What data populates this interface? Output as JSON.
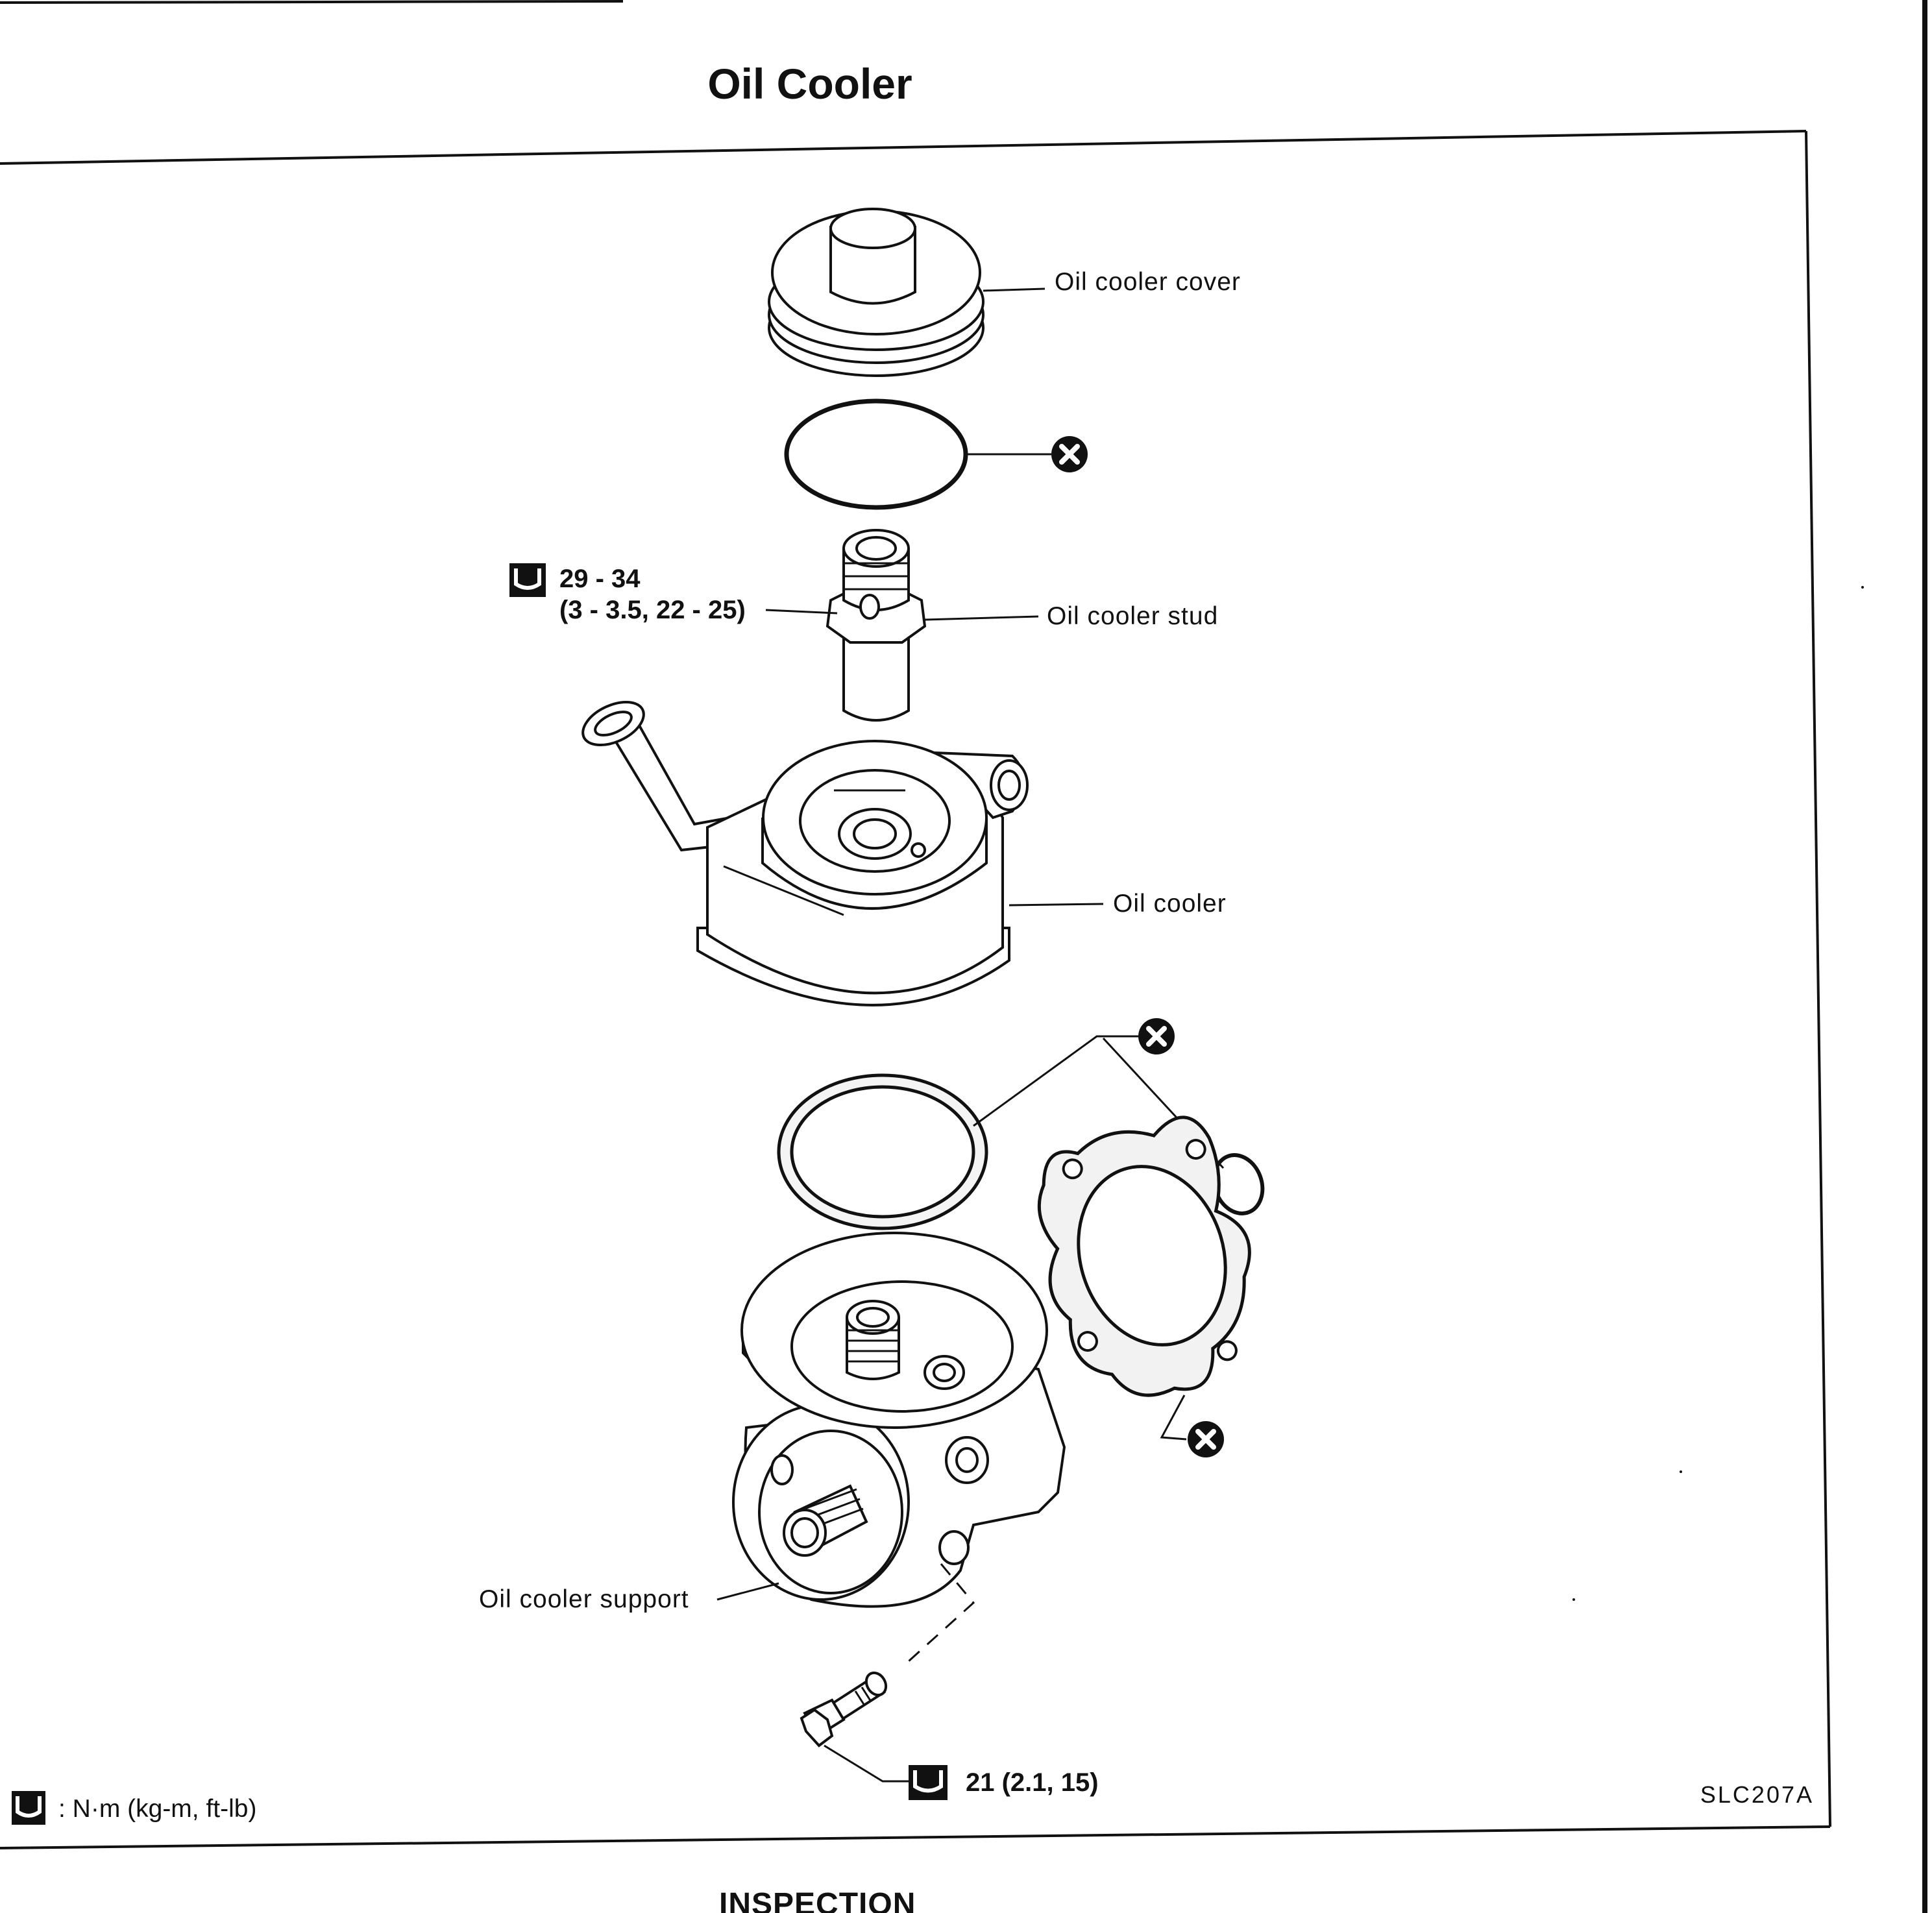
{
  "title": "Oil Cooler",
  "labels": {
    "oil_cooler_cover": "Oil cooler cover",
    "oil_cooler_stud": "Oil cooler stud",
    "oil_cooler": "Oil cooler",
    "oil_cooler_support": "Oil cooler support"
  },
  "torque_stud": {
    "line1": "29 - 34",
    "line2": "(3 - 3.5, 22 - 25)"
  },
  "torque_bolt": "21 (2.1, 15)",
  "legend_units": ": N·m (kg-m, ft-lb)",
  "figure_code": "SLC207A",
  "next_section": "INSPECTION",
  "icons": [
    "torque-wrench-icon",
    "replace-part-icon"
  ]
}
